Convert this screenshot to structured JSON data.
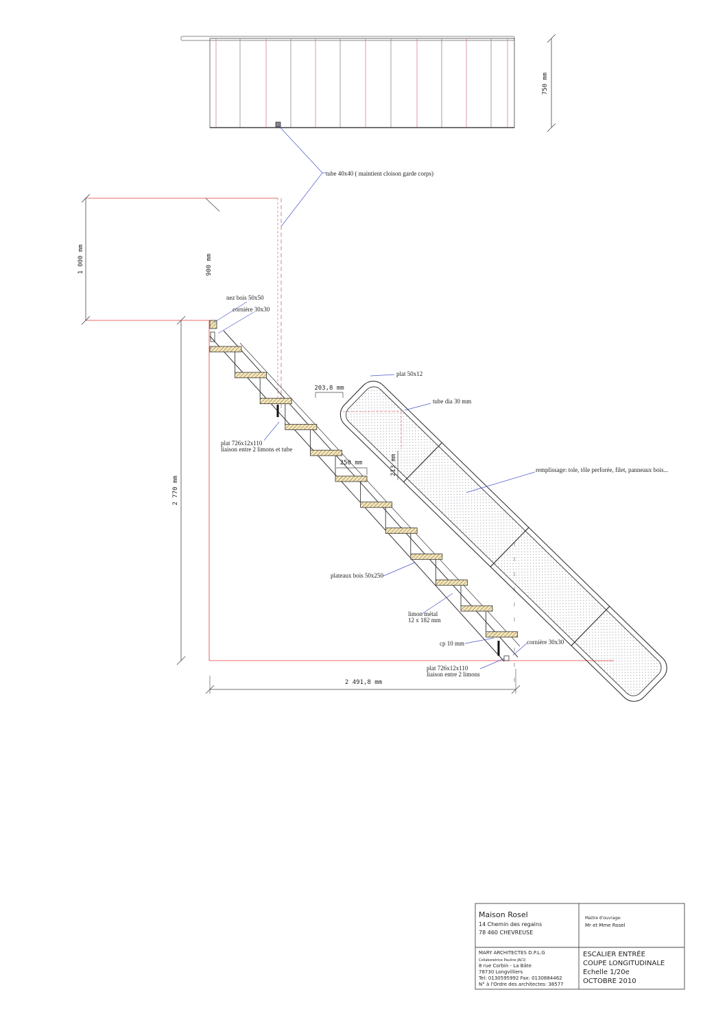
{
  "plan": {
    "dim_width": "750 mm"
  },
  "section": {
    "dims": {
      "rail_height": "1 000 mm",
      "guard_height": "900 mm",
      "total_height": "2 770 mm",
      "total_length": "2 491,8 mm",
      "going": "250 mm",
      "riser": "213 mm",
      "offset": "203,8 mm"
    },
    "annotations": {
      "tube": "tube 40x40 ( maintient cloison garde corps)",
      "nez": "nez bois 50x50",
      "corniere_top": "cornière 30x30",
      "plat_50": "plat 50x12",
      "tube_dia": "tube dia 30 mm",
      "plat_top_1": "plat 726x12x110",
      "plat_top_2": "liaison entre 2 limons et tube",
      "remplissage": "remplissage: tole, tôle perforée, filet, panneaux bois...",
      "plateaux": "plateaux bois 50x250",
      "limon_1": "limon métal",
      "limon_2": "12 x 182 mm",
      "cp": "cp 10 mm",
      "corniere_bottom": "cornière 30x30",
      "plat_bottom_1": "plat 726x12x110",
      "plat_bottom_2": "liaison entre 2 limons"
    }
  },
  "title_block": {
    "project": "Maison Rosel",
    "address_1": "14 Chemin des regains",
    "address_2": "78 460 CHEVREUSE",
    "client_label": "Maitre d'ouvrage:",
    "client": "Mr et Mme Rosel",
    "architect": "MARY ARCHITECTES D.P.L.G",
    "collaborator": "Collaboratrice Pauline JACQ",
    "arch_address_1": "8 rue Corbin - La Bâte",
    "arch_address_2": "78730 Longvilliers",
    "phone": "Tel: 0130595992 Fax: 0130884462",
    "order": "N° à l'Ordre des architectes: 38577",
    "drawing_title_1": "ESCALIER ENTRÉE",
    "drawing_title_2": "COUPE LONGITUDINALE",
    "scale": "Echelle 1/20e",
    "date": "OCTOBRE 2010"
  }
}
